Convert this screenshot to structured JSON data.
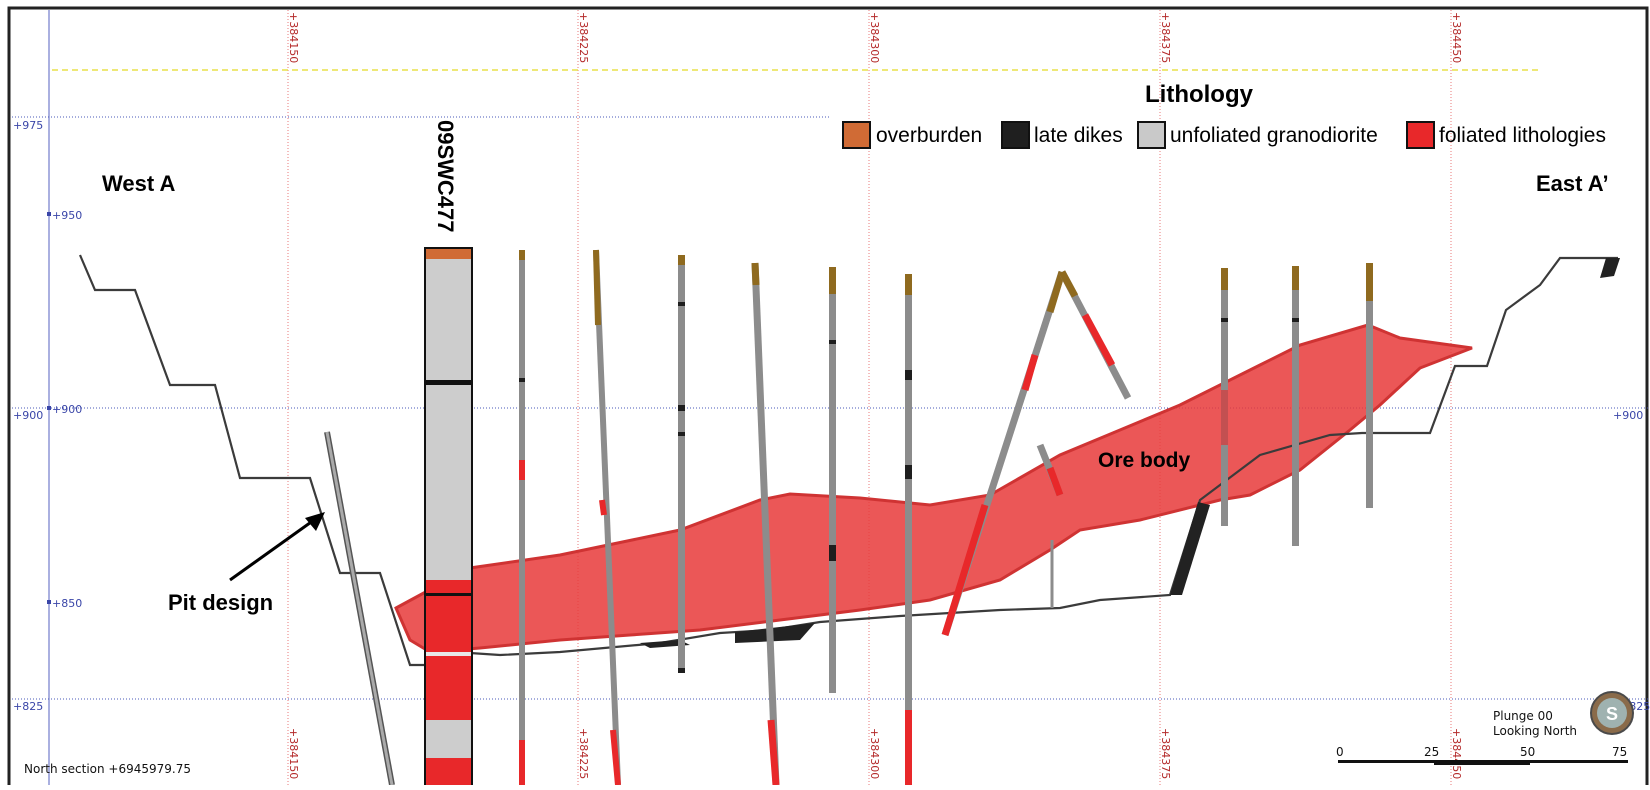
{
  "section_title": "North section +6945979.75",
  "labels": {
    "west": "West A",
    "east": "East A’",
    "pit_design": "Pit design",
    "ore_body": "Ore body",
    "drillhole_name": "09SWC477"
  },
  "legend": {
    "title": "Lithology",
    "items": [
      {
        "label": "overburden",
        "color": "#d06b35"
      },
      {
        "label": "late dikes",
        "color": "#1f1f1f"
      },
      {
        "label": "unfoliated granodiorite",
        "color": "#c9c9c9"
      },
      {
        "label": "foliated lithologies",
        "color": "#e8282a"
      }
    ]
  },
  "easting_ticks": [
    "+384150",
    "+384225",
    "+384300",
    "+384375",
    "+384450"
  ],
  "elevation_ticks_left": [
    "+975",
    "+950",
    "+900",
    "+850",
    "+825"
  ],
  "elevation_ticks_right": [
    "+900",
    "+825"
  ],
  "orientation": {
    "plunge": "Plunge 00",
    "looking": "Looking North",
    "compass_letter": "S"
  },
  "scale_bar": {
    "ticks": [
      "0",
      "25",
      "50",
      "75"
    ]
  }
}
